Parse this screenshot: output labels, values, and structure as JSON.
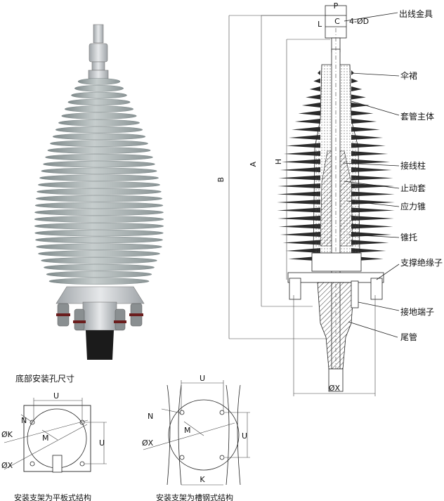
{
  "colors": {
    "porcelain": "#a9b3b4",
    "porcelain_dark": "#7c8788",
    "porcelain_light": "#d3d9d9",
    "metal": "#c9cccf",
    "black_tail": "#1b1b1b",
    "hatch": "#333333"
  },
  "callouts": [
    {
      "label": "出线金具"
    },
    {
      "label": "伞裙"
    },
    {
      "label": "套管主体"
    },
    {
      "label": "接线柱"
    },
    {
      "label": "止动套"
    },
    {
      "label": "应力锥"
    },
    {
      "label": "锥托"
    },
    {
      "label": "支撑绝缘子"
    },
    {
      "label": "接地端子"
    },
    {
      "label": "尾管"
    }
  ],
  "dimensions": {
    "B": "B",
    "A": "A",
    "H": "H",
    "X": "ØX",
    "C": "C",
    "L": "L",
    "P": "P",
    "holes": "4-ØD"
  },
  "bottom": {
    "title": "底部安装孔尺寸",
    "left_caption": "安装支架为平板式结构",
    "right_caption": "安装支架为槽钢式结构",
    "left_labels": {
      "U_top": "U",
      "U_side": "U",
      "N": "N",
      "M": "M",
      "K": "ØK",
      "X": "ØX"
    },
    "right_labels": {
      "U_top": "U",
      "U_side": "U",
      "N": "N",
      "M": "M",
      "X": "ØX",
      "K": "K"
    }
  }
}
